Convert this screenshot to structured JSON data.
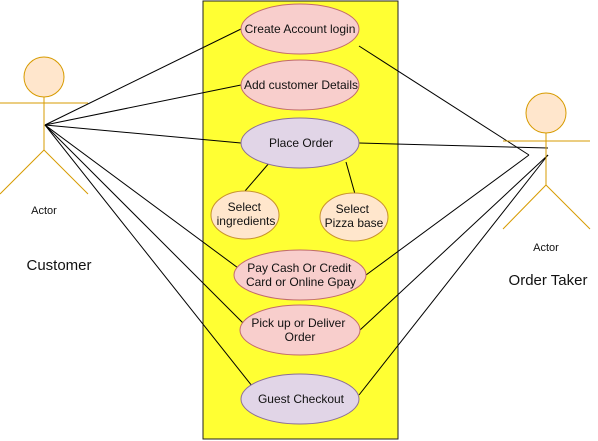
{
  "colors": {
    "system_fill": "#ffff33",
    "system_stroke": "#222222",
    "pink_fill": "#f8cecc",
    "pink_stroke": "#c26b6b",
    "purple_fill": "#e1d5e7",
    "purple_stroke": "#8c6e98",
    "peach_fill": "#ffe6cc",
    "peach_stroke": "#c8932f",
    "actor_fill": "#ffe6cc",
    "actor_stroke": "#d79b00",
    "line": "#000000"
  },
  "actors": {
    "customer": {
      "caption": "Actor",
      "label": "Customer"
    },
    "order_taker": {
      "caption": "Actor",
      "label": "Order Taker"
    }
  },
  "usecases": {
    "create_account": {
      "lines": [
        "Create Account login"
      ],
      "style": "pink"
    },
    "add_details": {
      "lines": [
        "Add customer Details"
      ],
      "style": "pink"
    },
    "place_order": {
      "lines": [
        "Place Order"
      ],
      "style": "purple"
    },
    "select_ingredients": {
      "lines": [
        "Select",
        "ingredients"
      ],
      "style": "peach"
    },
    "select_pizza_base": {
      "lines": [
        "Select",
        "Pizza base"
      ],
      "style": "peach"
    },
    "pay": {
      "lines": [
        "Pay Cash Or Credit",
        "Card or Online Gpay"
      ],
      "style": "pink"
    },
    "pickup": {
      "lines": [
        "Pick up or Deliver",
        "Order"
      ],
      "style": "pink"
    },
    "guest_checkout": {
      "lines": [
        "Guest Checkout"
      ],
      "style": "purple"
    }
  }
}
